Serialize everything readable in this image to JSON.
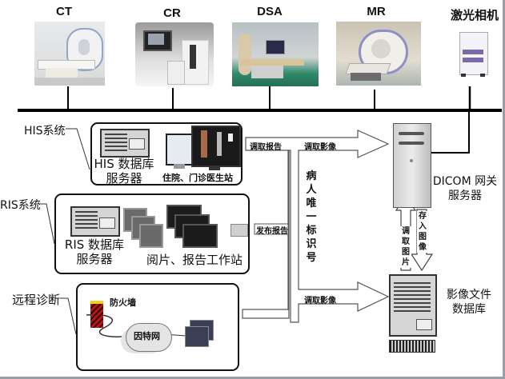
{
  "devices": [
    {
      "id": "ct",
      "label": "CT"
    },
    {
      "id": "cr",
      "label": "CR"
    },
    {
      "id": "dsa",
      "label": "DSA"
    },
    {
      "id": "mr",
      "label": "MR"
    },
    {
      "id": "laser",
      "label": "激光相机"
    }
  ],
  "systems": {
    "his": {
      "title": "HIS系统",
      "server_label": "HIS 数据库\n服务器",
      "workstation_label": "住院、门诊医生站"
    },
    "ris": {
      "title": "RIS系统",
      "server_label": "RIS 数据库\n服务器",
      "workstation_label": "阅片、报告工作站"
    },
    "remote": {
      "title": "远程诊断",
      "firewall_label": "防火墙",
      "internet_label": "因特网"
    }
  },
  "flows": {
    "fetch_report": "调取报告",
    "fetch_image_top": "调取影像",
    "publish_report": "发布报告",
    "patient_id": "病人唯一标识号",
    "fetch_image_bottom": "调取影像",
    "fetch_picture": "调取图片",
    "store_image": "存入图像"
  },
  "servers": {
    "dicom": "DICOM 网关\n服务器",
    "image_db": "影像文件\n数据库"
  }
}
